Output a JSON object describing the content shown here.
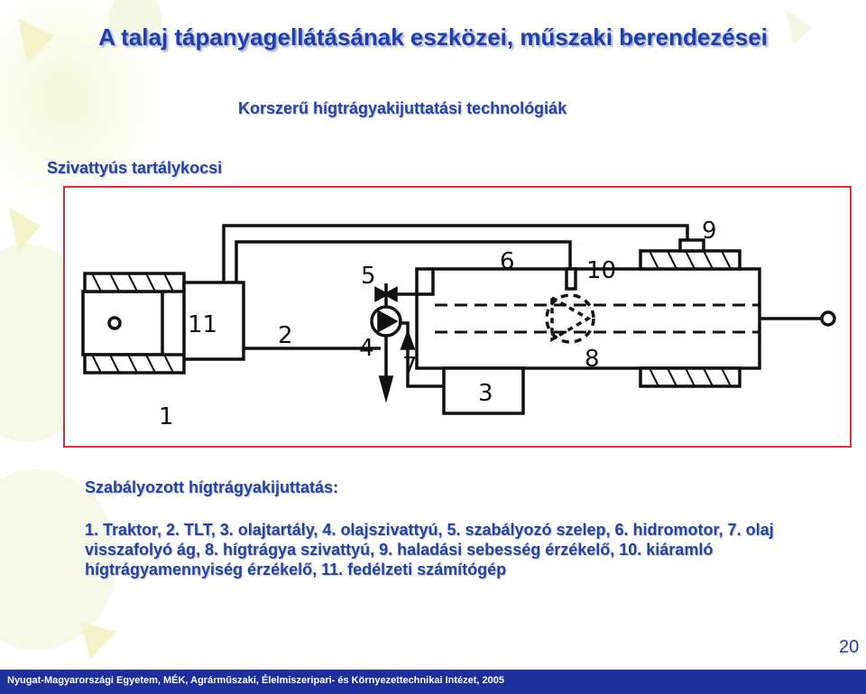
{
  "slide": {
    "title": "A talaj tápanyagellátásának eszközei, műszaki berendezései",
    "subtitle": "Korszerű hígtrágyakijuttatási technológiák",
    "section_title": "Szivattyús tartálykocsi",
    "heading": "Szabályozott hígtrágyakijuttatás:",
    "legend_text": "1. Traktor, 2. TLT, 3. olajtartály, 4. olajszivattyú, 5. szabályozó szelep, 6. hidromotor, 7. olaj visszafolyó ág, 8. hígtrágya szivattyú, 9. haladási sebesség érzékelő, 10. kiáramló hígtrágyamennyiség érzékelő, 11. fedélzeti számítógép",
    "page_number": "20",
    "footer": "Nyugat-Magyarországi Egyetem, MÉK, Agrárműszaki, Élelmiszeripari- és Környezettechnikai Intézet, 2005"
  },
  "diagram": {
    "labels": {
      "n1": "1",
      "n2": "2",
      "n3": "3",
      "n4": "4",
      "n5": "5",
      "n6": "6",
      "n7": "7",
      "n8": "8",
      "n9": "9",
      "n10": "10",
      "n11": "11"
    }
  },
  "colors": {
    "title": "#1f3cb0",
    "text": "#2642a6",
    "frame": "#d9303b",
    "footer_bg": "#1c2f9c"
  }
}
